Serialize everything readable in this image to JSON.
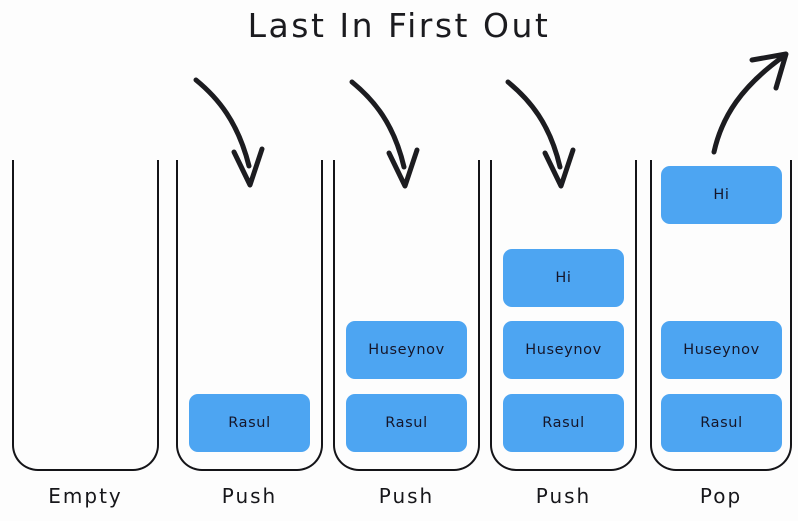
{
  "title": "Last In First Out",
  "colors": {
    "block_fill": "#4da5f2",
    "block_text": "#15162a",
    "outline": "#141418",
    "background": "#fdfdfd",
    "arrow": "#1c1c20"
  },
  "diagram": {
    "type": "stack-lifo-sequence",
    "columns": [
      {
        "id": "col-empty",
        "label": "Empty",
        "operation": "empty",
        "has_arrow": false,
        "arrow_direction": "none",
        "blocks": [],
        "popped_block": null
      },
      {
        "id": "col-push-1",
        "label": "Push",
        "operation": "push",
        "has_arrow": true,
        "arrow_direction": "down-into-stack",
        "blocks": [
          {
            "text": "Rasul"
          }
        ],
        "popped_block": null
      },
      {
        "id": "col-push-2",
        "label": "Push",
        "operation": "push",
        "has_arrow": true,
        "arrow_direction": "down-into-stack",
        "blocks": [
          {
            "text": "Huseynov"
          },
          {
            "text": "Rasul"
          }
        ],
        "popped_block": null
      },
      {
        "id": "col-push-3",
        "label": "Push",
        "operation": "push",
        "has_arrow": true,
        "arrow_direction": "down-into-stack",
        "blocks": [
          {
            "text": "Hi"
          },
          {
            "text": "Huseynov"
          },
          {
            "text": "Rasul"
          }
        ],
        "popped_block": null
      },
      {
        "id": "col-pop",
        "label": "Pop",
        "operation": "pop",
        "has_arrow": true,
        "arrow_direction": "up-out-of-stack",
        "blocks": [
          {
            "text": "Huseynov"
          },
          {
            "text": "Rasul"
          }
        ],
        "popped_block": {
          "text": "Hi"
        }
      }
    ]
  }
}
